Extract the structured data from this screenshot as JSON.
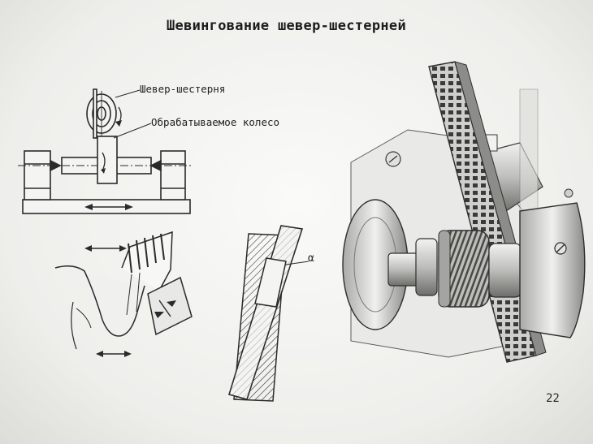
{
  "title": "Шевингование шевер-шестерней",
  "labels": {
    "shaver_gear": "Шевер-шестерня",
    "workpiece": "Обрабатываемое колесо",
    "angle": "α"
  },
  "page_number": "22",
  "colors": {
    "line": "#2a2a2a",
    "paper": "#f4f4f2",
    "metal_dark": "#6a6a6a",
    "metal_light": "#d8d8d6"
  }
}
